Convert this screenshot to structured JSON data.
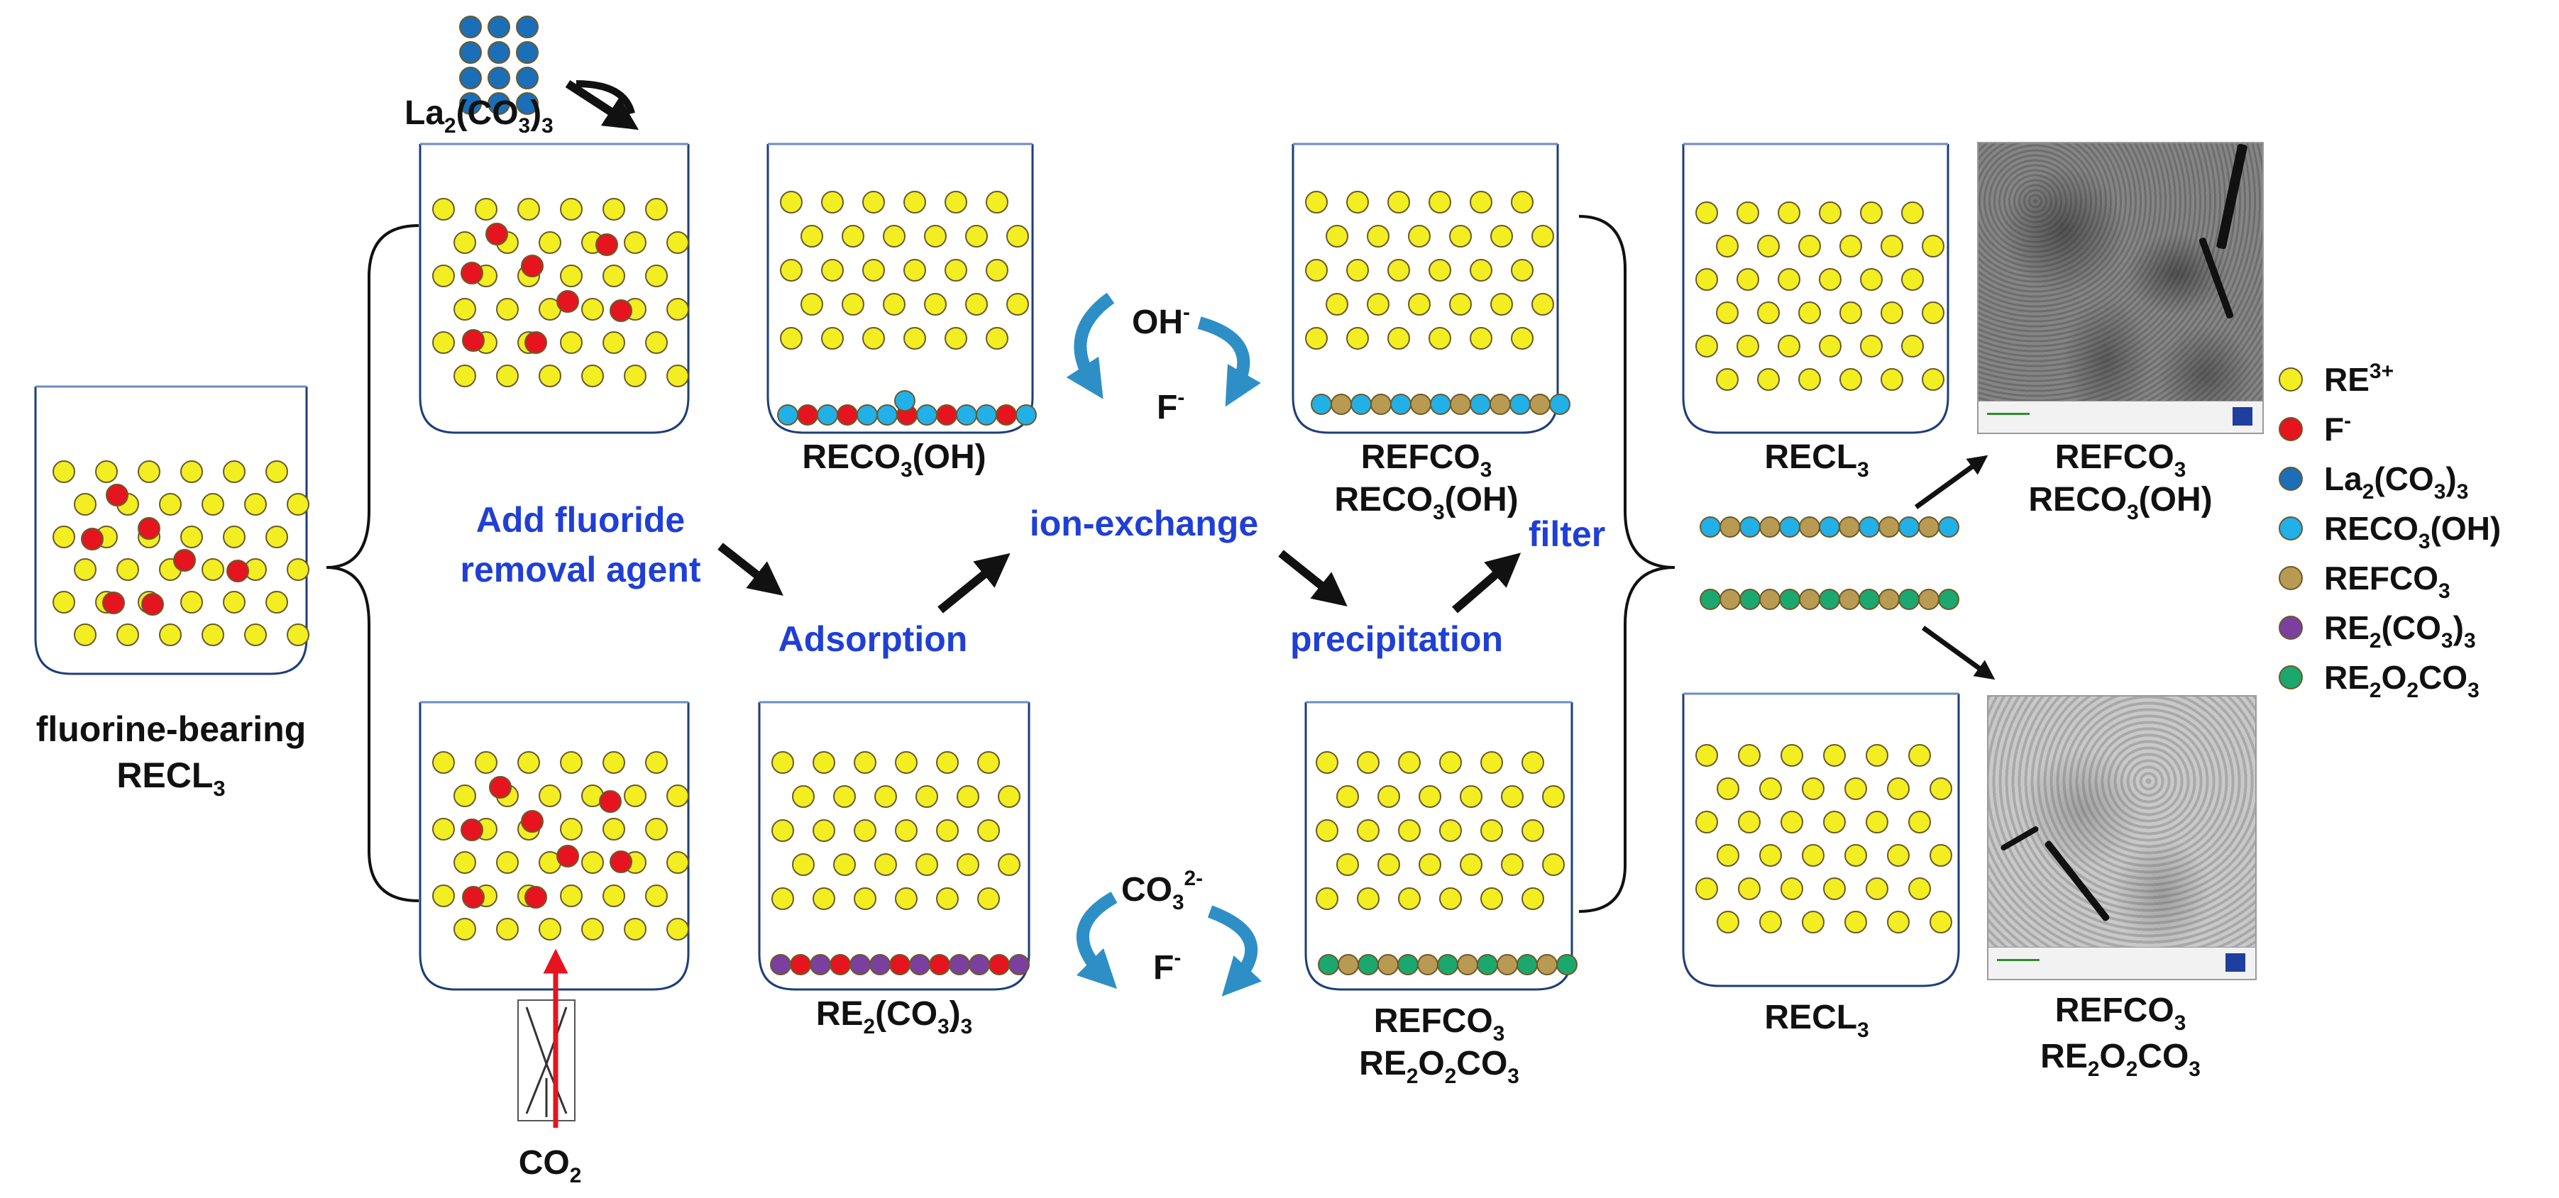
{
  "colors": {
    "re3": "#f2ee22",
    "fluoride": "#e6141e",
    "la2co33": "#1b6fb8",
    "reco3oh": "#22b0e8",
    "refco3": "#b99a52",
    "re2co33": "#7b3f9f",
    "re2o2co3": "#1aa86e",
    "text_blue": "#1f3fd6",
    "arrow_blue": "#2e8fc6"
  },
  "labels": {
    "la2co33_top": "La2(CO3)3",
    "feed": [
      "fluorine-bearing",
      "RECL3"
    ],
    "add_agent": [
      "Add fluoride",
      "removal agent"
    ],
    "adsorption": "Adsorption",
    "ion_exchange": "ion-exchange",
    "precipitation": "precipitation",
    "filter": "filter",
    "reco3oh_beaker": "RECO3(OH)",
    "oh": "OH-",
    "f_top": "F-",
    "refco3_top": [
      "REFCO3",
      "RECO3(OH)"
    ],
    "recl3_top": "RECL3",
    "sem_top": [
      "REFCO3",
      "RECO3(OH)"
    ],
    "re2co33_beaker": "RE2(CO3)3",
    "co3": "CO32-",
    "f_bottom": "F-",
    "refco3_bottom": [
      "REFCO3",
      "RE2O2CO3"
    ],
    "recl3_bottom": "RECL3",
    "sem_bottom": [
      "REFCO3",
      "RE2O2CO3"
    ],
    "co2": "CO2"
  },
  "legend": [
    {
      "key": "re3",
      "label": "RE3+"
    },
    {
      "key": "fluoride",
      "label": "F-"
    },
    {
      "key": "la2co33",
      "label": "La2(CO3)3"
    },
    {
      "key": "reco3oh",
      "label": "RECO3(OH)"
    },
    {
      "key": "refco3",
      "label": "REFCO3"
    },
    {
      "key": "re2co33",
      "label": "RE2(CO3)3"
    },
    {
      "key": "re2o2co3",
      "label": "RE2O2CO3"
    }
  ]
}
